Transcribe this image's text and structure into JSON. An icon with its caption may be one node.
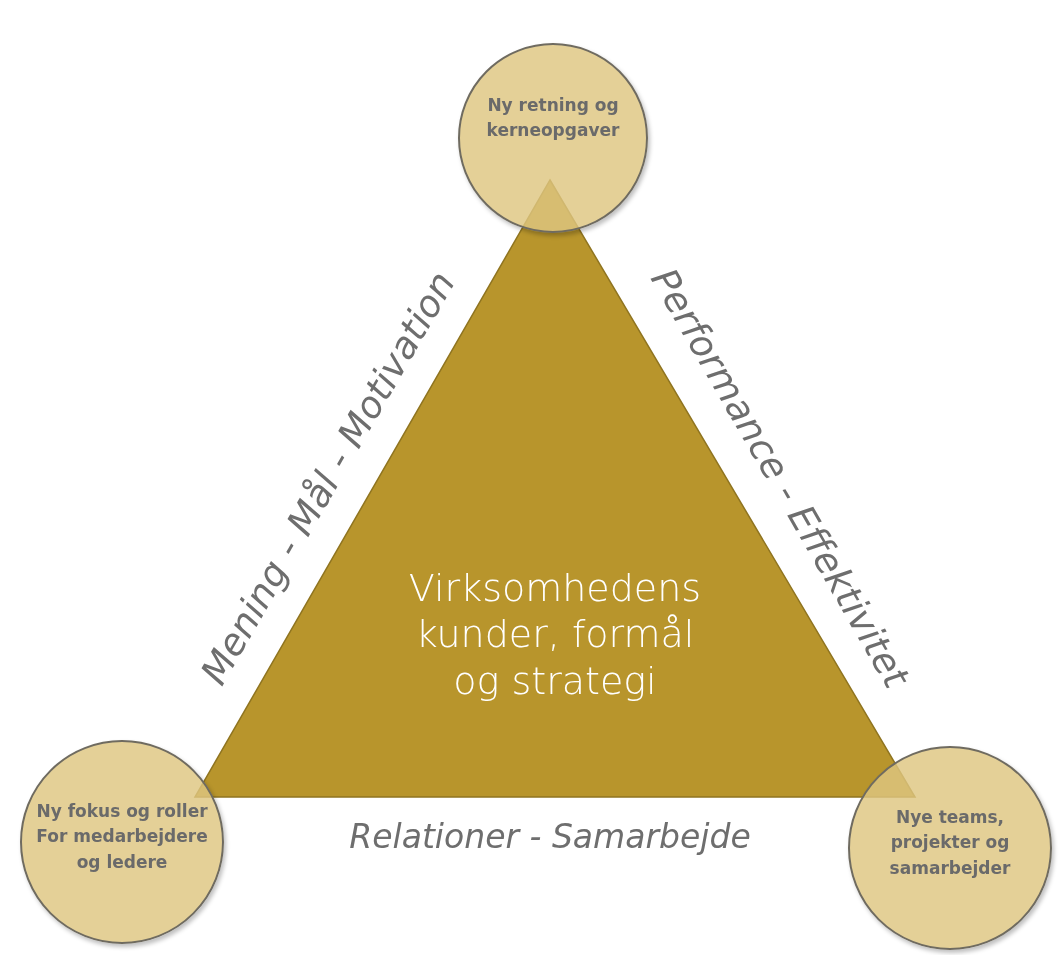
{
  "diagram": {
    "nodes": [
      {
        "text": [
          "Virksomhedens kunder, formål og strategi"
        ]
      },
      {
        "text": [
          "Ny retning og kerneopgaver"
        ]
      },
      {
        "text": [
          "Ny fokus og roller For medarbejdere og ledere"
        ]
      },
      {
        "text": [
          "Nye teams, projekter og samarbejder"
        ]
      }
    ],
    "labels": [
      "Mening - Mål - Motivation",
      "Performance - Effektivitet",
      "Relationer - Samarbejde"
    ]
  }
}
